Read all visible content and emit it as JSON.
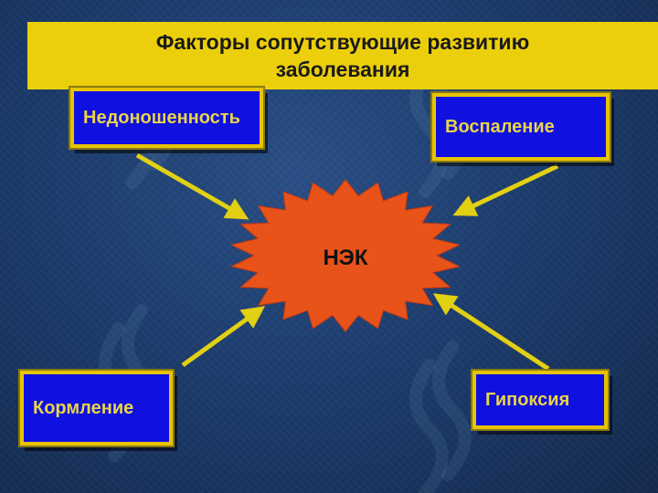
{
  "title": "Факторы сопутствующие развитию заболевания",
  "center": {
    "label": "НЭК"
  },
  "factors": [
    {
      "label": "Недоношенность"
    },
    {
      "label": "Воспаление"
    },
    {
      "label": "Кормление"
    },
    {
      "label": "Гипоксия"
    }
  ],
  "colors": {
    "title_bar": "#eccf0b",
    "box_fill": "#1010e0",
    "box_border": "#e8c400",
    "box_text": "#e8d44a",
    "burst_fill": "#e8531a",
    "arrow": "#e2d012",
    "background": "#1d3d6e"
  }
}
